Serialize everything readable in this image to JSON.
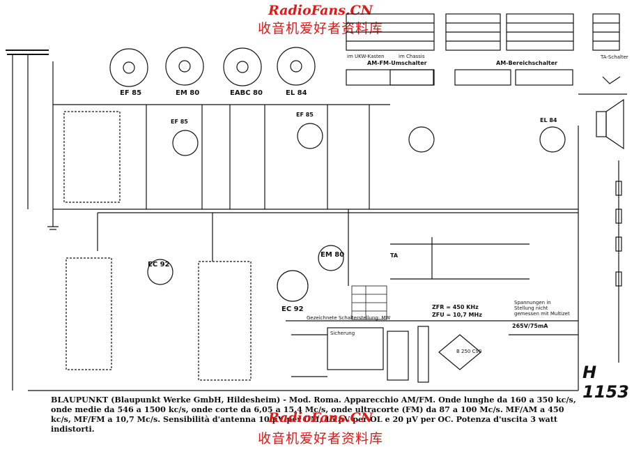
{
  "watermark": {
    "site": "RadioFans.CN",
    "chinese": "收音机爱好者资料库"
  },
  "model_id": "H 1153",
  "caption": "BLAUPUNKT (Blaupunkt Werke GmbH, Hildesheim) - Mod. Roma. Apparecchio AM/FM. Onde lunghe da 160 a 350 kc/s, onde medie da 546 a 1500 kc/s, onde corte da 6,05 a 15,4 Mc/s, onde ultracorte (FM) da 87 a 100 Mc/s. MF/AM a 450 kc/s, MF/FM a 10,7 Mc/s. Sensibilità d'antenna 10 µV per OM, 15 µV per OL e 20 µV per OC. Potenza d'uscita 3 watt indistorti.",
  "tubes": {
    "top_row": [
      "EF 85",
      "EM 80",
      "EABC 80",
      "EL 84"
    ],
    "main": [
      "EF 85",
      "EF 85",
      "EL 84",
      "EM 80",
      "EC 92",
      "EC 92"
    ]
  },
  "switch_headers": {
    "ukw": "im UKW-Kasten",
    "chassis": "im Chassis",
    "amfm": "AM-FM-Umschalter",
    "bereich": "AM-Bereichschalter",
    "ta": "TA-Schalter"
  },
  "notes": {
    "zf_fm": "ZFR = 450 KHz",
    "zf_am": "ZFU = 10,7 MHz",
    "fm_position": "Gezeichnete Schalterstellung: MW",
    "voltage_note": "Spannungen in Stellung nicht gemessen mit Multizet",
    "mains": "Sicherung",
    "hv": "265V/75mA",
    "rectifier": "B 250 C90",
    "ta": "TA"
  }
}
